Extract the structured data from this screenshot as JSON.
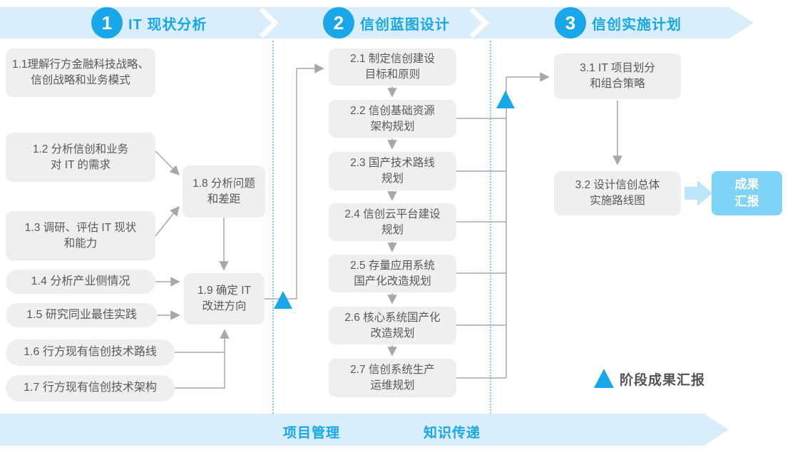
{
  "phases": [
    {
      "number": "1",
      "title": "IT 现状分析"
    },
    {
      "number": "2",
      "title": "信创蓝图设计"
    },
    {
      "number": "3",
      "title": "信创实施计划"
    }
  ],
  "phase1": {
    "boxes": [
      {
        "label": "1.1理解行方金融科技战略、\n信创战略和业务模式"
      },
      {
        "label": "1.2 分析信创和业务\n对 IT 的需求"
      },
      {
        "label": "1.3 调研、评估 IT 现状\n和能力"
      },
      {
        "label": "1.4 分析产业侧情况"
      },
      {
        "label": "1.5 研究同业最佳实践"
      },
      {
        "label": "1.6 行方现有信创技术路线"
      },
      {
        "label": "1.7 行方现有信创技术架构"
      },
      {
        "label": "1.8 分析问题\n和差距"
      },
      {
        "label": "1.9 确定 IT\n改进方向"
      }
    ]
  },
  "phase2": {
    "boxes": [
      {
        "label": "2.1 制定信创建设\n目标和原则"
      },
      {
        "label": "2.2 信创基础资源\n架构规划"
      },
      {
        "label": "2.3 国产技术路线\n规划"
      },
      {
        "label": "2.4 信创云平台建设\n规划"
      },
      {
        "label": "2.5 存量应用系统\n国产化改造规划"
      },
      {
        "label": "2.6 核心系统国产化\n改造规划"
      },
      {
        "label": "2.7 信创系统生产\n运维规划"
      }
    ]
  },
  "phase3": {
    "boxes": [
      {
        "label": "3.1 IT 项目划分\n和组合策略"
      },
      {
        "label": "3.2 设计信创总体\n实施路线图"
      }
    ],
    "result_label": "成果\n汇报"
  },
  "bottom_bar": {
    "left_label": "项目管理",
    "right_label": "知识传递"
  },
  "legend": {
    "label": "阶段成果汇报"
  },
  "colors": {
    "accent_blue": "#18a8e9",
    "band_blue": "#d9edfb",
    "box_gray": "#efefef",
    "result_box_blue": "#7ed3f6",
    "connector_gray": "#a8a8ab",
    "fat_arrow_blue": "#bde6fb"
  }
}
